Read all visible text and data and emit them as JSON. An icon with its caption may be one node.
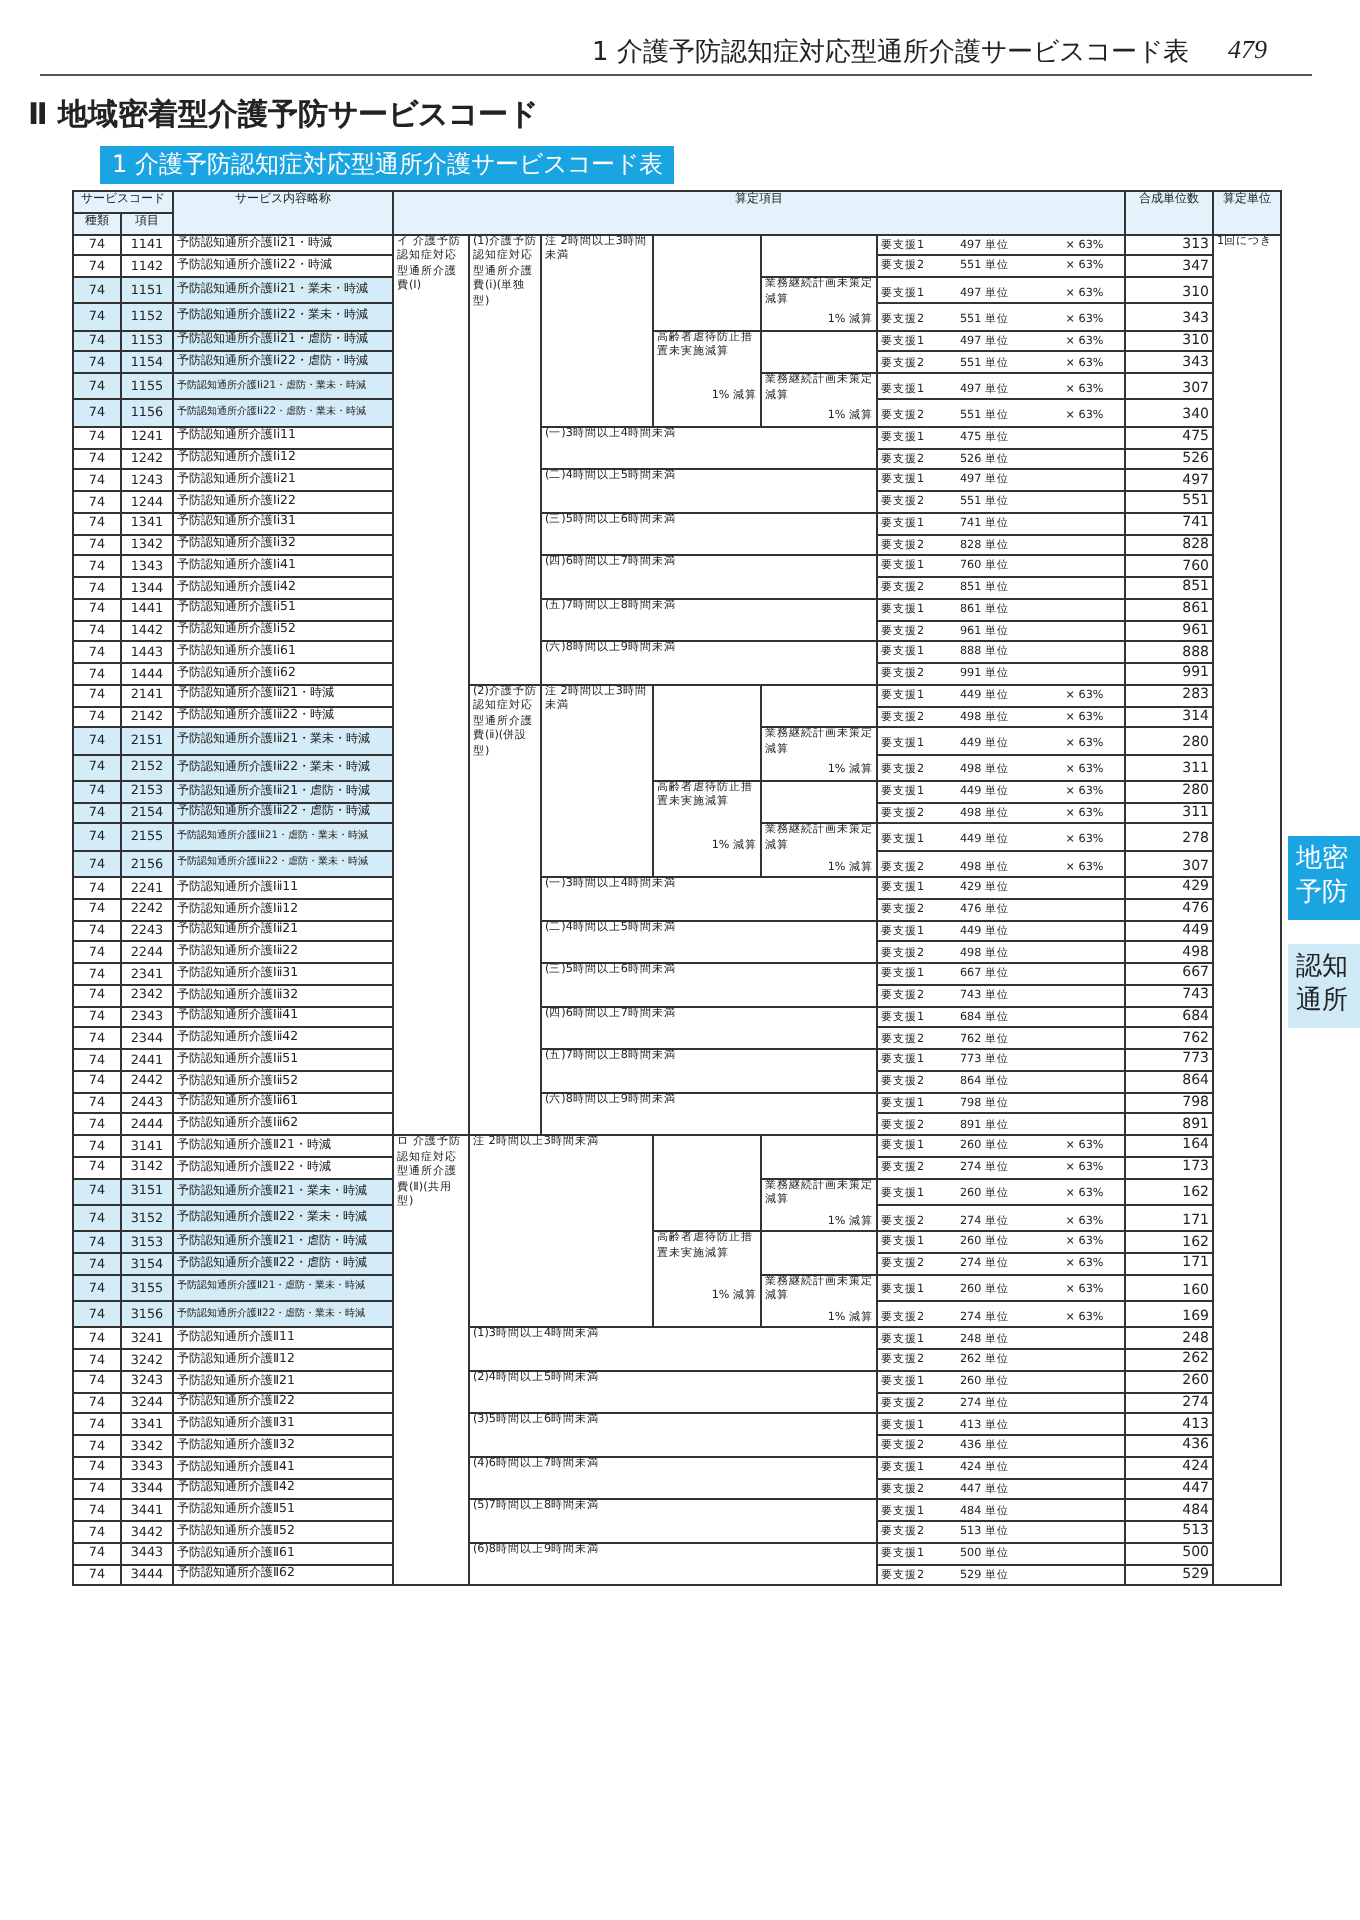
{
  "diagram": {
    "title": "Ⅱ 地域密着型介護予防サービスコード",
    "labels": [
      "1 介護予防認知症対応型通所介護サービスコード表",
      "479",
      "1 介護予防認知症対応型通所介護サービスコード表",
      "サービスコード",
      "サービス内容略称",
      "算定項目",
      "合成単位数",
      "算定単位",
      "種類",
      "項目",
      "74",
      "1141",
      "予防認知通所介護Ⅰⅰ21・時減",
      "イ 介護予防認知症対応型通所介護費(Ⅰ)",
      "(1)介護予防認知症対応型通所介護費(ⅰ)(単独型)",
      "注 2時間以上3時間未満",
      "要支援1",
      "497 単位",
      "× 63%",
      "313",
      "1回につき",
      "74",
      "1142",
      "予防認知通所介護Ⅰⅰ22・時減",
      "要支援2",
      "551 単位",
      "× 63%",
      "347",
      "74",
      "1151",
      "予防認知通所介護Ⅰⅰ21・業未・時減",
      "業務継続計画未策定減算",
      "1% 減算",
      "要支援1",
      "497 単位",
      "× 63%",
      "310",
      "74",
      "1152",
      "予防認知通所介護Ⅰⅰ22・業未・時減",
      "要支援2",
      "551 単位",
      "× 63%",
      "343",
      "74",
      "1153",
      "予防認知通所介護Ⅰⅰ21・虐防・時減",
      "高齢者虐待防止措置未実施減算",
      "1% 減算",
      "要支援1",
      "497 単位",
      "× 63%",
      "310",
      "74",
      "1154",
      "予防認知通所介護Ⅰⅰ22・虐防・時減",
      "要支援2",
      "551 単位",
      "× 63%",
      "343",
      "74",
      "1155",
      "予防認知通所介護Ⅰⅰ21・虐防・業未・時減",
      "業務継続計画未策定減算",
      "1% 減算",
      "要支援1",
      "497 単位",
      "× 63%",
      "307",
      "74",
      "1156",
      "予防認知通所介護Ⅰⅰ22・虐防・業未・時減",
      "要支援2",
      "551 単位",
      "× 63%",
      "340",
      "74",
      "1241",
      "予防認知通所介護Ⅰⅰ11",
      "(一)3時間以上4時間未満",
      "要支援1",
      "475 単位",
      "475",
      "74",
      "1242",
      "予防認知通所介護Ⅰⅰ12",
      "要支援2",
      "526 単位",
      "526",
      "74",
      "1243",
      "予防認知通所介護Ⅰⅰ21",
      "(二)4時間以上5時間未満",
      "要支援1",
      "497 単位",
      "497",
      "74",
      "1244",
      "予防認知通所介護Ⅰⅰ22",
      "要支援2",
      "551 単位",
      "551",
      "74",
      "1341",
      "予防認知通所介護Ⅰⅰ31",
      "(三)5時間以上6時間未満",
      "要支援1",
      "741 単位",
      "741",
      "74",
      "1342",
      "予防認知通所介護Ⅰⅰ32",
      "要支援2",
      "828 単位",
      "828",
      "74",
      "1343",
      "予防認知通所介護Ⅰⅰ41",
      "(四)6時間以上7時間未満",
      "要支援1",
      "760 単位",
      "760",
      "74",
      "1344",
      "予防認知通所介護Ⅰⅰ42",
      "要支援2",
      "851 単位",
      "851",
      "74",
      "1441",
      "予防認知通所介護Ⅰⅰ51",
      "(五)7時間以上8時間未満",
      "要支援1",
      "861 単位",
      "861",
      "74",
      "1442",
      "予防認知通所介護Ⅰⅰ52",
      "要支援2",
      "961 単位",
      "961",
      "74",
      "1443",
      "予防認知通所介護Ⅰⅰ61",
      "(六)8時間以上9時間未満",
      "要支援1",
      "888 単位",
      "888",
      "74",
      "1444",
      "予防認知通所介護Ⅰⅰ62",
      "要支援2",
      "991 単位",
      "991",
      "74",
      "2141",
      "予防認知通所介護Ⅰⅱ21・時減",
      "(2)介護予防認知症対応型通所介護費(ⅱ)(併設型)",
      "注 2時間以上3時間未満",
      "要支援1",
      "449 単位",
      "× 63%",
      "283",
      "74",
      "2142",
      "予防認知通所介護Ⅰⅱ22・時減",
      "要支援2",
      "498 単位",
      "× 63%",
      "314",
      "74",
      "2151",
      "予防認知通所介護Ⅰⅱ21・業未・時減",
      "業務継続計画未策定減算",
      "1% 減算",
      "要支援1",
      "449 単位",
      "× 63%",
      "280",
      "74",
      "2152",
      "予防認知通所介護Ⅰⅱ22・業未・時減",
      "要支援2",
      "498 単位",
      "× 63%",
      "311",
      "74",
      "2153",
      "予防認知通所介護Ⅰⅱ21・虐防・時減",
      "高齢者虐待防止措置未実施減算",
      "1% 減算",
      "要支援1",
      "449 単位",
      "× 63%",
      "280",
      "74",
      "2154",
      "予防認知通所介護Ⅰⅱ22・虐防・時減",
      "要支援2",
      "498 単位",
      "× 63%",
      "311",
      "74",
      "2155",
      "予防認知通所介護Ⅰⅱ21・虐防・業未・時減",
      "業務継続計画未策定減算",
      "1% 減算",
      "要支援1",
      "449 単位",
      "× 63%",
      "278",
      "74",
      "2156",
      "予防認知通所介護Ⅰⅱ22・虐防・業未・時減",
      "要支援2",
      "498 単位",
      "× 63%",
      "307",
      "74",
      "2241",
      "予防認知通所介護Ⅰⅱ11",
      "(一)3時間以上4時間未満",
      "要支援1",
      "429 単位",
      "429",
      "74",
      "2242",
      "予防認知通所介護Ⅰⅱ12",
      "要支援2",
      "476 単位",
      "476",
      "74",
      "2243",
      "予防認知通所介護Ⅰⅱ21",
      "(二)4時間以上5時間未満",
      "要支援1",
      "449 単位",
      "449",
      "74",
      "2244",
      "予防認知通所介護Ⅰⅱ22",
      "要支援2",
      "498 単位",
      "498",
      "74",
      "2341",
      "予防認知通所介護Ⅰⅱ31",
      "(三)5時間以上6時間未満",
      "要支援1",
      "667 単位",
      "667",
      "74",
      "2342",
      "予防認知通所介護Ⅰⅱ32",
      "要支援2",
      "743 単位",
      "743",
      "74",
      "2343",
      "予防認知通所介護Ⅰⅱ41",
      "(四)6時間以上7時間未満",
      "要支援1",
      "684 単位",
      "684",
      "74",
      "2344",
      "予防認知通所介護Ⅰⅱ42",
      "要支援2",
      "762 単位",
      "762",
      "74",
      "2441",
      "予防認知通所介護Ⅰⅱ51",
      "(五)7時間以上8時間未満",
      "要支援1",
      "773 単位",
      "773",
      "74",
      "2442",
      "予防認知通所介護Ⅰⅱ52",
      "要支援2",
      "864 単位",
      "864",
      "74",
      "2443",
      "予防認知通所介護Ⅰⅱ61",
      "(六)8時間以上9時間未満",
      "要支援1",
      "798 単位",
      "798",
      "74",
      "2444",
      "予防認知通所介護Ⅰⅱ62",
      "要支援2",
      "891 単位",
      "891",
      "74",
      "3141",
      "予防認知通所介護Ⅱ21・時減",
      "ロ 介護予防認知症対応型通所介護費(Ⅱ)(共用型)",
      "注 2時間以上3時間未満",
      "要支援1",
      "260 単位",
      "× 63%",
      "164",
      "74",
      "3142",
      "予防認知通所介護Ⅱ22・時減",
      "要支援2",
      "274 単位",
      "× 63%",
      "173",
      "74",
      "3151",
      "予防認知通所介護Ⅱ21・業未・時減",
      "業務継続計画未策定減算",
      "1% 減算",
      "要支援1",
      "260 単位",
      "× 63%",
      "162",
      "74",
      "3152",
      "予防認知通所介護Ⅱ22・業未・時減",
      "要支援2",
      "274 単位",
      "× 63%",
      "171",
      "74",
      "3153",
      "予防認知通所介護Ⅱ21・虐防・時減",
      "高齢者虐待防止措置未実施減算",
      "1% 減算",
      "要支援1",
      "260 単位",
      "× 63%",
      "162",
      "74",
      "3154",
      "予防認知通所介護Ⅱ22・虐防・時減",
      "要支援2",
      "274 単位",
      "× 63%",
      "171",
      "74",
      "3155",
      "予防認知通所介護Ⅱ21・虐防・業未・時減",
      "業務継続計画未策定減算",
      "1% 減算",
      "要支援1",
      "260 単位",
      "× 63%",
      "160",
      "74",
      "3156",
      "予防認知通所介護Ⅱ22・虐防・業未・時減",
      "要支援2",
      "274 単位",
      "× 63%",
      "169",
      "74",
      "3241",
      "予防認知通所介護Ⅱ11",
      "(1)3時間以上4時間未満",
      "要支援1",
      "248 単位",
      "248",
      "74",
      "3242",
      "予防認知通所介護Ⅱ12",
      "要支援2",
      "262 単位",
      "262",
      "74",
      "3243",
      "予防認知通所介護Ⅱ21",
      "(2)4時間以上5時間未満",
      "要支援1",
      "260 単位",
      "260",
      "74",
      "3244",
      "予防認知通所介護Ⅱ22",
      "要支援2",
      "274 単位",
      "274",
      "74",
      "3341",
      "予防認知通所介護Ⅱ31",
      "(3)5時間以上6時間未満",
      "要支援1",
      "413 単位",
      "413",
      "74",
      "3342",
      "予防認知通所介護Ⅱ32",
      "要支援2",
      "436 単位",
      "436",
      "74",
      "3343",
      "予防認知通所介護Ⅱ41",
      "(4)6時間以上7時間未満",
      "要支援1",
      "424 単位",
      "424",
      "74",
      "3344",
      "予防認知通所介護Ⅱ42",
      "要支援2",
      "447 単位",
      "447",
      "74",
      "3441",
      "予防認知通所介護Ⅱ51",
      "(5)7時間以上8時間未満",
      "要支援1",
      "484 単位",
      "484",
      "74",
      "3442",
      "予防認知通所介護Ⅱ52",
      "要支援2",
      "513 単位",
      "513",
      "74",
      "3443",
      "予防認知通所介護Ⅱ61",
      "(6)8時間以上9時間未満",
      "要支援1",
      "500 単位",
      "500",
      "74",
      "3444",
      "予防認知通所介護Ⅱ62",
      "要支援2",
      "529 単位",
      "529",
      "地密予防",
      "認知通所"
    ]
  }
}
